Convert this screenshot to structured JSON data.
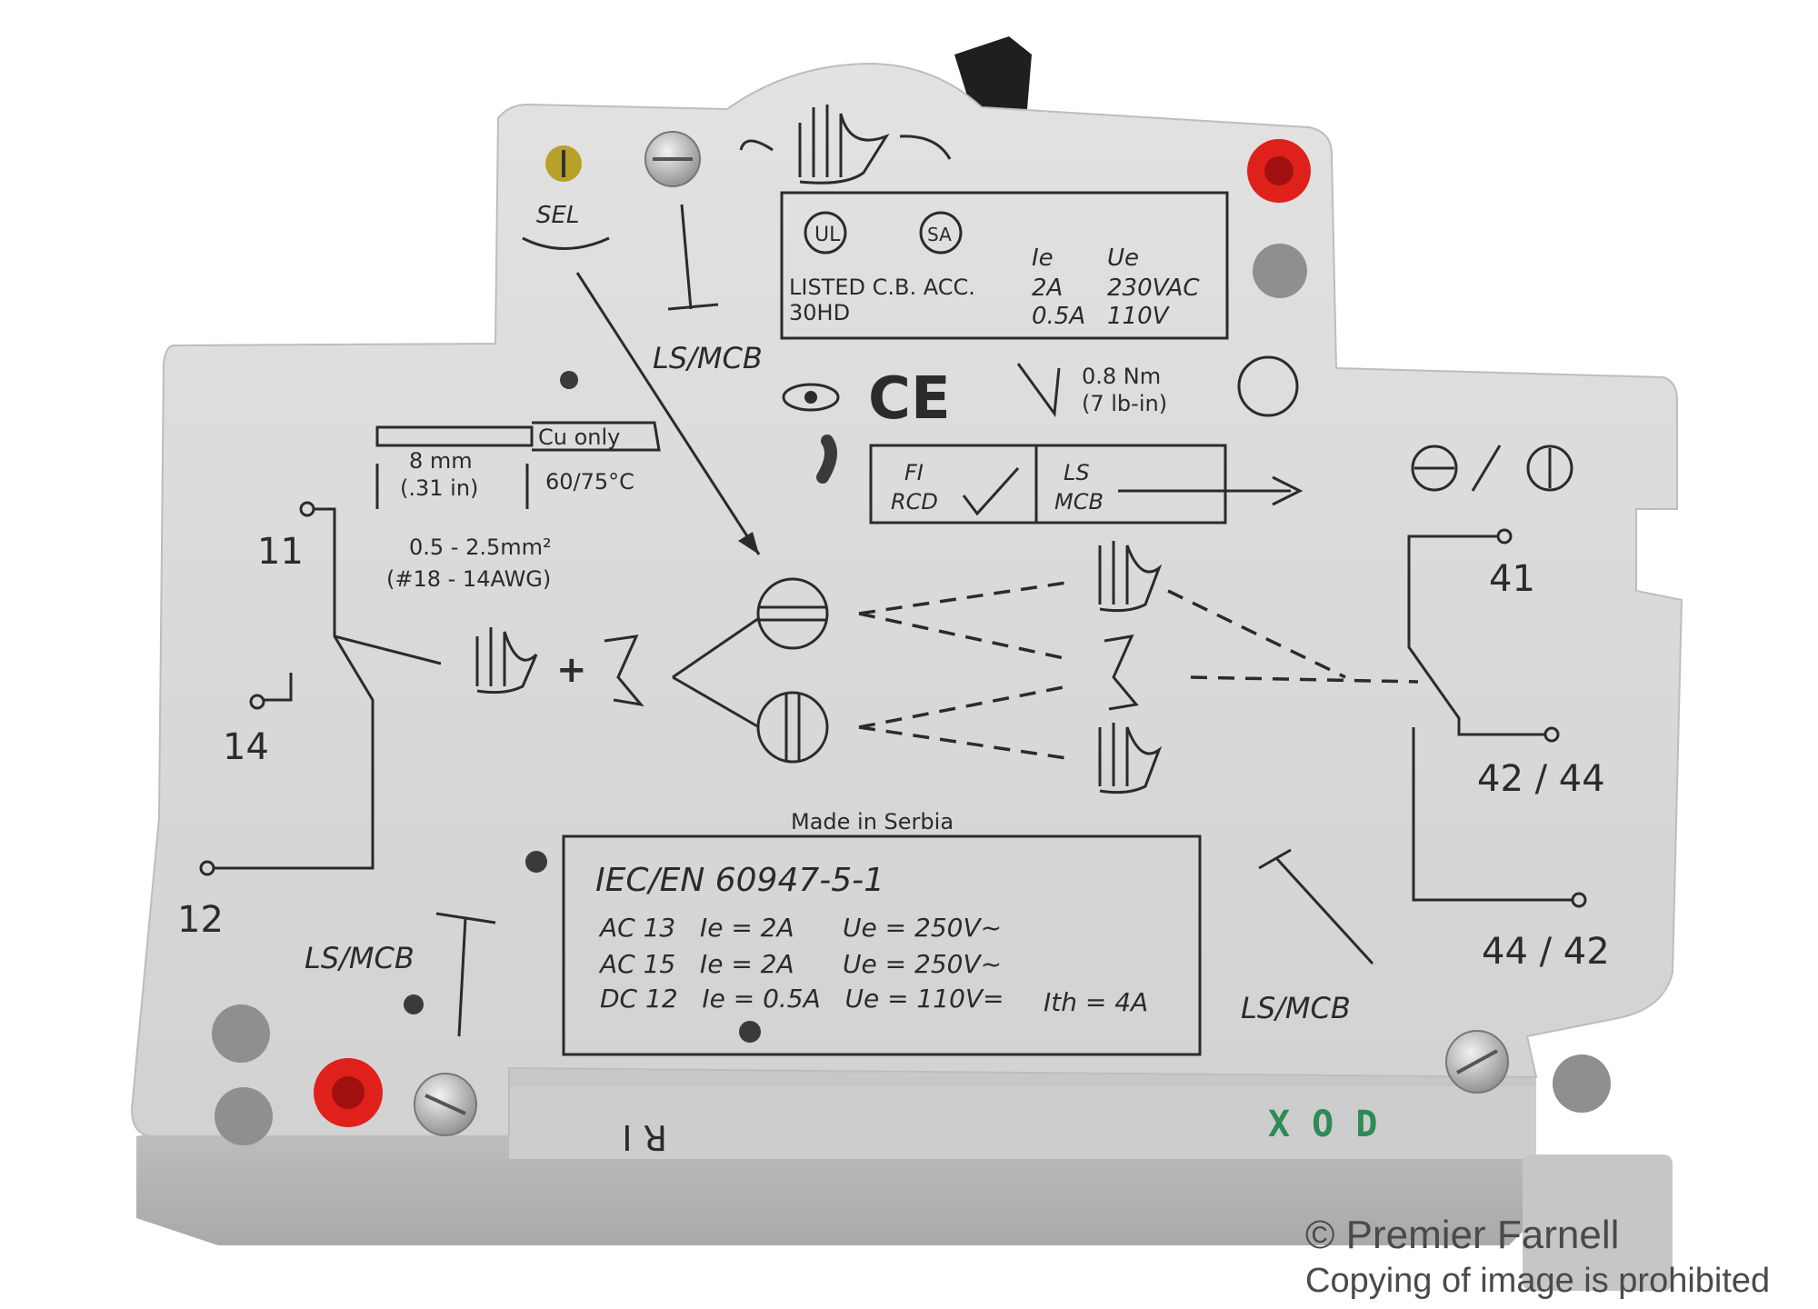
{
  "image": {
    "subject": "Auxiliary contact module for circuit breaker"
  },
  "label": {
    "sel": "SEL",
    "ls_mcb": "LS/MCB",
    "listed": "LISTED C.B. ACC.",
    "model": "30HD",
    "ie_header": "Ie",
    "ue_header": "Ue",
    "ie_row1": "2A",
    "ue_row1": "230VAC",
    "ie_row2": "0.5A",
    "ue_row2": "110V",
    "ce_mark": "CE",
    "torque": "0.8 Nm",
    "torque_imperial": "(7 lb-in)",
    "cu_only": "Cu only",
    "strip_mm": "8 mm",
    "strip_in": "(.31 in)",
    "temperature": "60/75°C",
    "wire_size": "0.5 - 2.5mm²",
    "wire_awg": "(#18 - 14AWG)",
    "fi_top": "FI",
    "fi_bottom": "RCD",
    "ls_top": "LS",
    "ls_bottom": "MCB",
    "made_in": "Made in Serbia",
    "standard": "IEC/EN 60947-5-1",
    "row1": "AC 13   Ie = 2A      Ue = 250V~",
    "row2": "AC 15   Ie = 2A      Ue = 250V~",
    "row3": "DC 12   Ie = 0.5A   Ue = 110V=",
    "ith": "Ith = 4A",
    "t11": "11",
    "t14": "14",
    "t12": "12",
    "t41": "41",
    "t4244": "42 / 44",
    "t4442": "44 / 42",
    "side_code": "R I",
    "green_code": "X O D"
  },
  "watermark": {
    "line1": "© Premier Farnell",
    "line2": "Copying of image is prohibited"
  },
  "colors": {
    "housing": "#d9d9d9",
    "housing_shadow": "#b7b7b7",
    "ink": "#2b2b2b",
    "red_terminal": "#e0201b",
    "green_code": "#2e8b57"
  }
}
